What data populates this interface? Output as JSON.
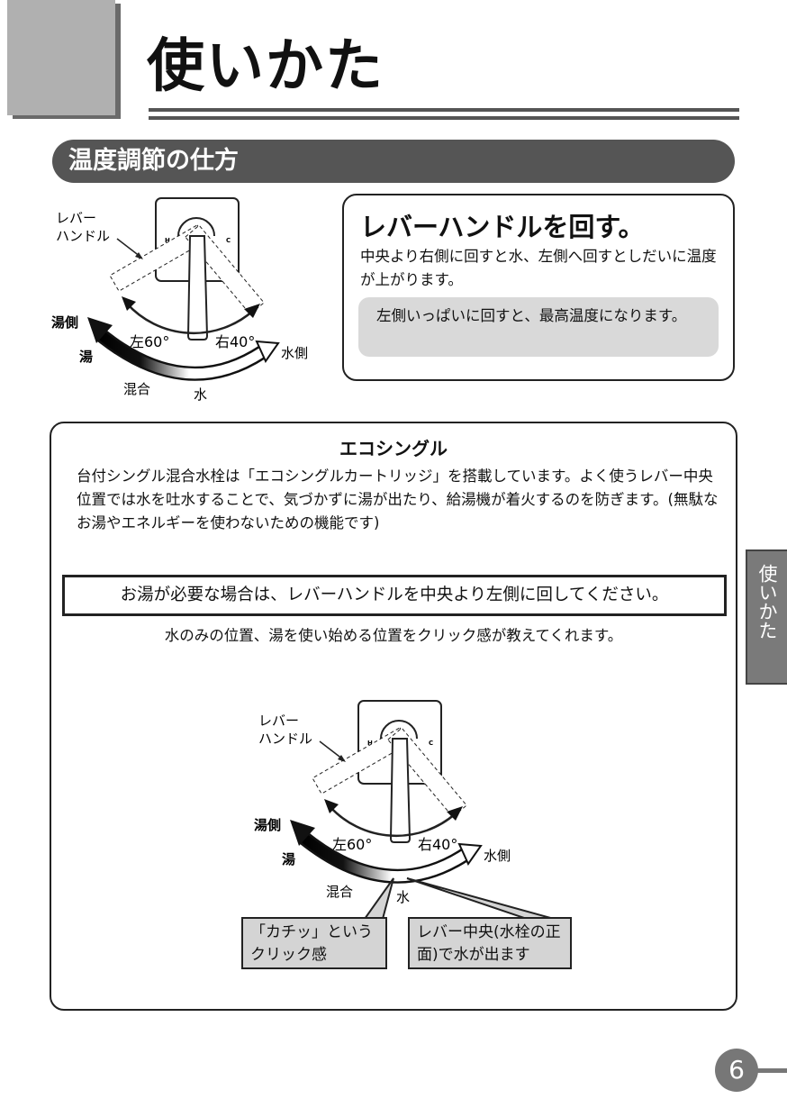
{
  "header": {
    "title": "使いかた"
  },
  "section": {
    "title": "温度調節の仕方"
  },
  "diagram": {
    "lever_label_1": "レバー",
    "lever_label_2": "ハンドル",
    "h": "H",
    "c": "C",
    "hot_side": "湯側",
    "hot": "湯",
    "mix": "混合",
    "water": "水",
    "water_side": "水側",
    "left_angle": "左60°",
    "right_angle": "右40°"
  },
  "lever_box": {
    "title": "レバーハンドルを回す。",
    "text": "中央より右側に回すと水、左側へ回すとしだいに温度が上がります。",
    "note": "左側いっぱいに回すと、最高温度になります。"
  },
  "eco": {
    "title": "エコシングル",
    "paragraph": "台付シングル混合水栓は「エコシングルカートリッジ」を搭載しています。よく使うレバー中央位置では水を吐水することで、気づかずに湯が出たり、給湯機が着火するのを防ぎます。(無駄なお湯やエネルギーを使わないための機能です)",
    "warning": "お湯が必要な場合は、レバーハンドルを中央より左側に回してください。",
    "sub": "水のみの位置、湯を使い始める位置をクリック感が教えてくれます。",
    "callout_click": "「カチッ」というクリック感",
    "callout_center": "レバー中央(水栓の正面)で水が出ます"
  },
  "side_tab": "使いかた",
  "page_number": "6"
}
